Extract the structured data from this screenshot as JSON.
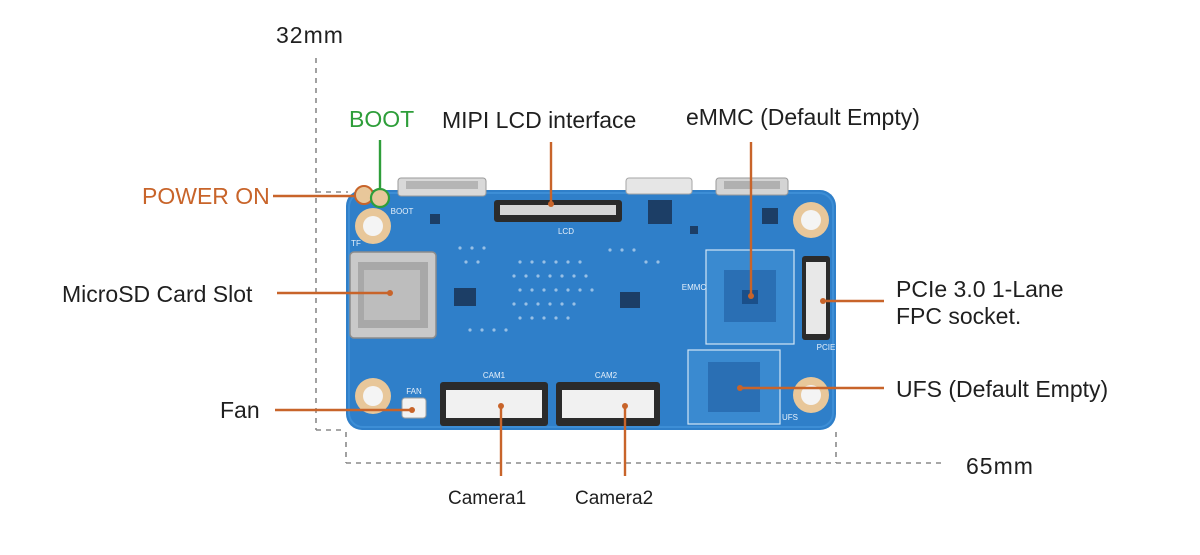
{
  "dimensions": {
    "width_label": "32mm",
    "length_label": "65mm"
  },
  "callouts": {
    "boot": "BOOT",
    "power_on": "POWER ON",
    "mipi_lcd": "MIPI LCD interface",
    "emmc": "eMMC (Default Empty)",
    "microsd": "MicroSD Card Slot",
    "pcie": "PCIe 3.0 1-Lane\nFPC socket.",
    "ufs": "UFS (Default Empty)",
    "fan": "Fan",
    "camera1": "Camera1",
    "camera2": "Camera2"
  },
  "silkscreen": {
    "lcd": "LCD",
    "cam1": "CAM1",
    "cam2": "CAM2",
    "fan": "FAN",
    "pcie": "PCIE",
    "ufs": "UFS",
    "emmc": "EMMC",
    "boot": "BOOT",
    "tf": "TF"
  },
  "colors": {
    "board": "#2f7fc9",
    "board_dark": "#1f5fa6",
    "leader_orange": "#c8642a",
    "boot_green": "#2e9e3a",
    "dimension_gray": "#888888",
    "text": "#1f1f1f"
  }
}
